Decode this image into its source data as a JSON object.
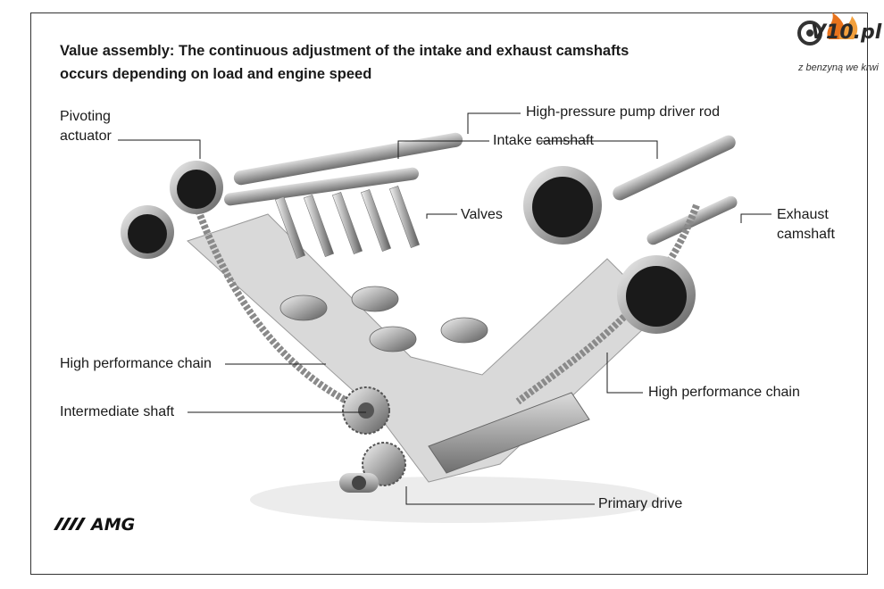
{
  "title": {
    "line1": "Value assembly: The continuous adjustment of the intake and exhaust camshafts",
    "line2": "occurs depending on load and engine speed"
  },
  "labels": {
    "pivoting_actuator_1": "Pivoting",
    "pivoting_actuator_2": "actuator",
    "pump_rod": "High-pressure pump driver rod",
    "intake_camshaft": "Intake camshaft",
    "valves": "Valves",
    "exhaust_camshaft_1": "Exhaust",
    "exhaust_camshaft_2": "camshaft",
    "chain_left": "High performance chain",
    "chain_right": "High performance chain",
    "intermediate_shaft": "Intermediate shaft",
    "primary_drive": "Primary drive"
  },
  "watermark": {
    "brand": "V10.pl",
    "tagline": "z benzyną we krwi"
  },
  "logo": {
    "text": "AMG"
  },
  "colors": {
    "frame": "#333333",
    "text": "#1a1a1a",
    "flame": "#e8731c"
  }
}
